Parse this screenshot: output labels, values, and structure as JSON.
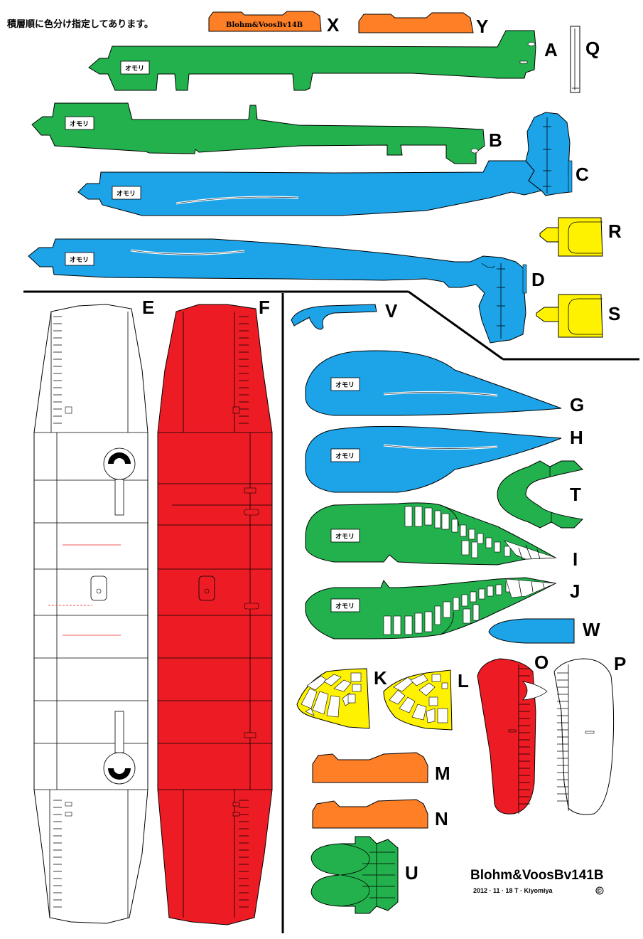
{
  "sheet": {
    "note": "積層順に色分け指定してあります。",
    "model_title": "Blohm&VoosBv141B",
    "credit": "2012 · 11 · 18   T · Kiyomiya",
    "copyright_mark": "©",
    "weight_label": "オモリ",
    "stamp_label": "Blohm&VoosBv14B"
  },
  "colors": {
    "green": "#22b14c",
    "blue": "#1ca3e8",
    "red": "#ed1c24",
    "yellow": "#fff200",
    "orange": "#ff7f27",
    "white": "#ffffff",
    "outline": "#000000"
  },
  "parts": [
    {
      "id": "A",
      "color": "green"
    },
    {
      "id": "B",
      "color": "green"
    },
    {
      "id": "C",
      "color": "blue"
    },
    {
      "id": "D",
      "color": "blue"
    },
    {
      "id": "E",
      "color": "white"
    },
    {
      "id": "F",
      "color": "red"
    },
    {
      "id": "G",
      "color": "blue"
    },
    {
      "id": "H",
      "color": "blue"
    },
    {
      "id": "I",
      "color": "green"
    },
    {
      "id": "J",
      "color": "green"
    },
    {
      "id": "K",
      "color": "yellow"
    },
    {
      "id": "L",
      "color": "yellow"
    },
    {
      "id": "M",
      "color": "orange"
    },
    {
      "id": "N",
      "color": "orange"
    },
    {
      "id": "O",
      "color": "red"
    },
    {
      "id": "P",
      "color": "white"
    },
    {
      "id": "Q",
      "color": "white"
    },
    {
      "id": "R",
      "color": "yellow"
    },
    {
      "id": "S",
      "color": "yellow"
    },
    {
      "id": "T",
      "color": "green"
    },
    {
      "id": "U",
      "color": "green"
    },
    {
      "id": "V",
      "color": "blue"
    },
    {
      "id": "W",
      "color": "blue"
    },
    {
      "id": "X",
      "color": "orange"
    },
    {
      "id": "Y",
      "color": "orange"
    }
  ]
}
